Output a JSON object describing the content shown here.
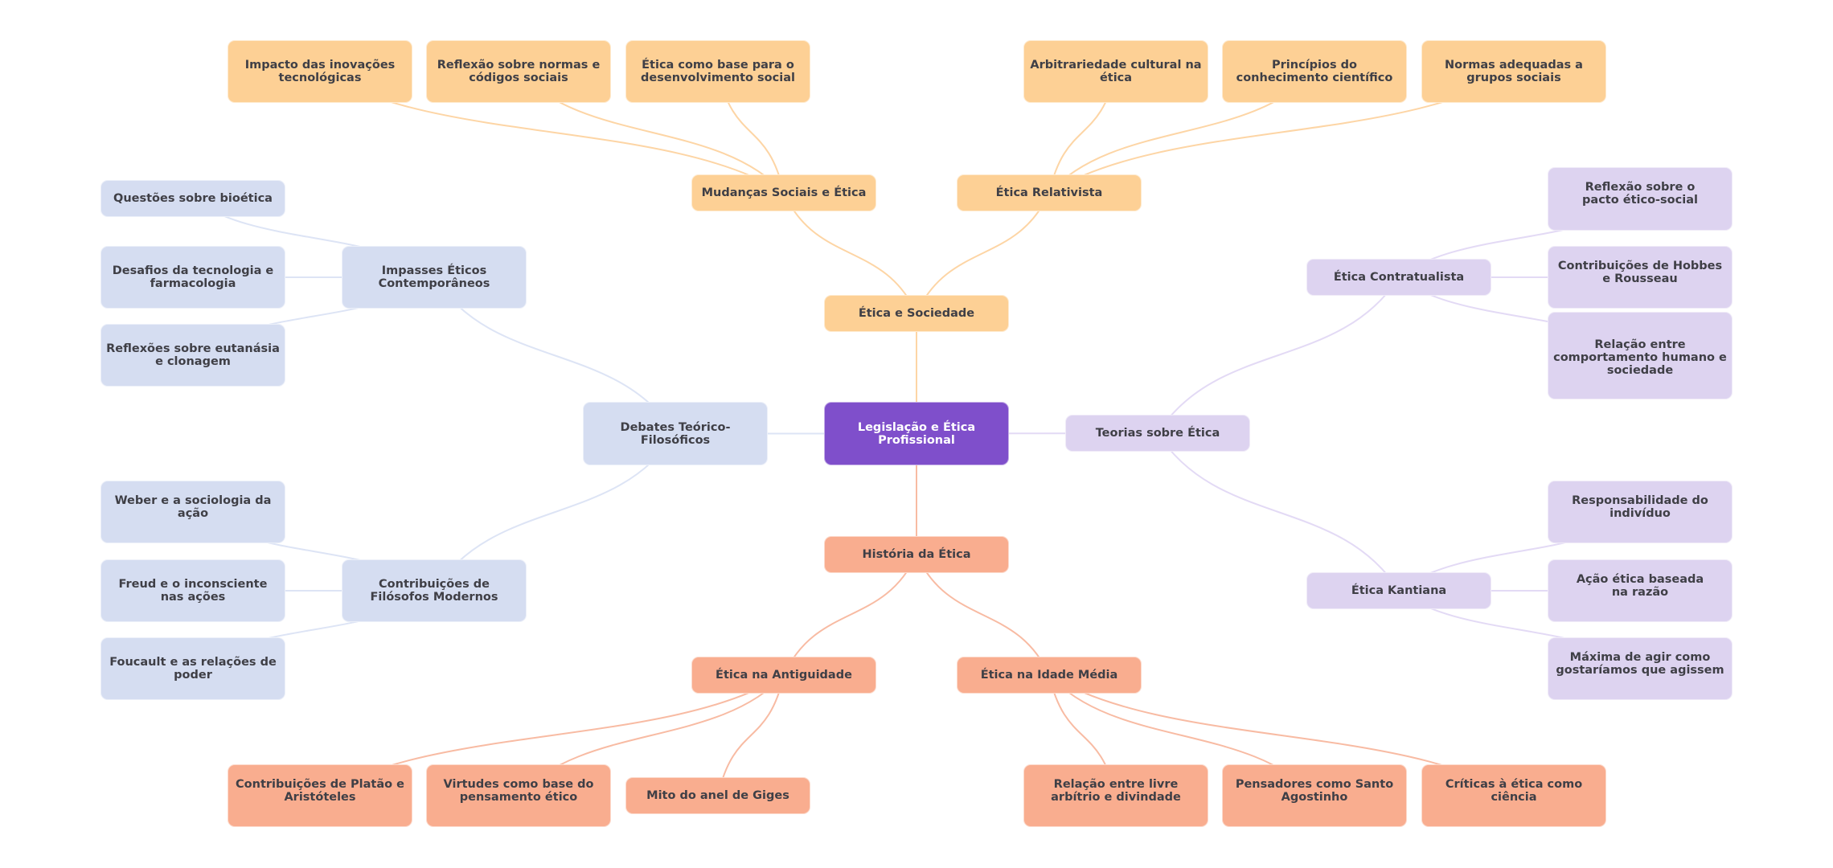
{
  "colors": {
    "root": "#7f4fcb",
    "orange_branch": "#fdd095",
    "salmon_branch": "#f9ad8f",
    "blue_branch": "#d5ddf1",
    "lilac_branch": "#ddd3f0",
    "text": "#3f3f46",
    "edge_orange": "#fdd5a5",
    "edge_salmon": "#f8bba3",
    "edge_blue": "#dde4f5",
    "edge_lilac": "#e3daf5"
  },
  "mindmap": {
    "root": "Legislação e Ética Profissional",
    "branches": [
      {
        "label": "Ética e Sociedade",
        "children": [
          {
            "label": "Mudanças Sociais e Ética",
            "children": [
              "Impacto das inovações tecnológicas",
              "Reflexão sobre normas e códigos sociais",
              "Ética como base para o desenvolvimento social"
            ]
          },
          {
            "label": "Ética Relativista",
            "children": [
              "Arbitrariedade cultural na ética",
              "Princípios do conhecimento científico",
              "Normas adequadas a grupos sociais"
            ]
          }
        ]
      },
      {
        "label": "Debates Teórico-Filosóficos",
        "children": [
          {
            "label": "Impasses Éticos Contemporâneos",
            "children": [
              "Questões sobre bioética",
              "Desafios da tecnologia e farmacologia",
              "Reflexões sobre eutanásia e clonagem"
            ]
          },
          {
            "label": "Contribuições de Filósofos Modernos",
            "children": [
              "Weber e a sociologia da ação",
              "Freud e o inconsciente nas ações",
              "Foucault e as relações de poder"
            ]
          }
        ]
      },
      {
        "label": "Teorias sobre Ética",
        "children": [
          {
            "label": "Ética Contratualista",
            "children": [
              "Reflexão sobre o pacto ético-social",
              "Contribuições de Hobbes e Rousseau",
              "Relação entre comportamento humano e sociedade"
            ]
          },
          {
            "label": "Ética Kantiana",
            "children": [
              "Responsabilidade do indivíduo",
              "Ação ética baseada na razão",
              "Máxima de agir como gostaríamos que agissem"
            ]
          }
        ]
      },
      {
        "label": "História da Ética",
        "children": [
          {
            "label": "Ética na Antiguidade",
            "children": [
              "Contribuições de Platão e Aristóteles",
              "Virtudes como base do pensamento ético",
              "Mito do anel de Giges"
            ]
          },
          {
            "label": "Ética na Idade Média",
            "children": [
              "Relação entre livre arbítrio e divindade",
              "Pensadores como Santo Agostinho",
              "Críticas à ética como ciência"
            ]
          }
        ]
      }
    ]
  }
}
